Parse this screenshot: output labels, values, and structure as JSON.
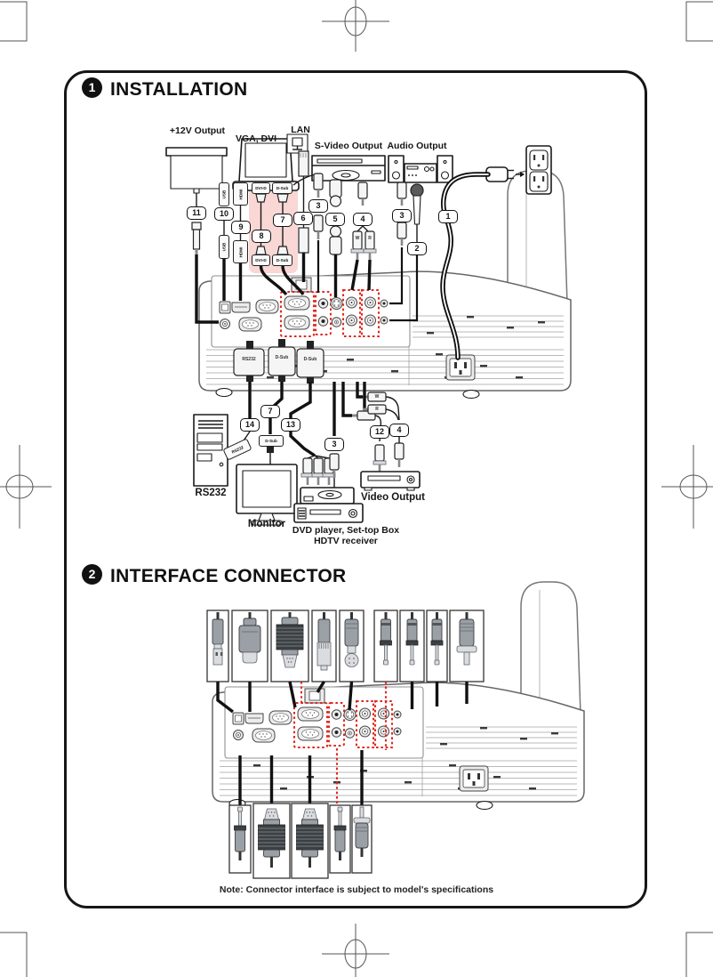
{
  "page": {
    "note": "Note: Connector interface is subject to model's specifications"
  },
  "sections": {
    "installation": {
      "badge": "1",
      "title": "INSTALLATION"
    },
    "interface": {
      "badge": "2",
      "title": "INTERFACE CONNECTOR"
    }
  },
  "labels": {
    "twelve_v_output": "+12V Output",
    "vga_dvi": "VGA, DVI",
    "lan": "LAN",
    "s_video_output": "S-Video Output",
    "audio_output": "Audio Output",
    "rs232": "RS232",
    "monitor": "Monitor",
    "dvd_line1": "DVD player, Set-top Box",
    "dvd_line2": "HDTV receiver",
    "video_output": "Video Output"
  },
  "tags": {
    "usb": "USB",
    "hdmi": "HDMI",
    "dvi_d": "DVI-D",
    "d_sub": "D-Sub",
    "rs232": "RS232",
    "w": "W",
    "r": "R"
  },
  "callouts": {
    "n1": "1",
    "n2": "2",
    "n3": "3",
    "n4": "4",
    "n5": "5",
    "n6": "6",
    "n7": "7",
    "n8": "8",
    "n9": "9",
    "n10": "10",
    "n11": "11",
    "n12": "12",
    "n13": "13",
    "n14": "14"
  },
  "colors": {
    "highlight_pink": "#f8d7d5",
    "dashed_red": "#e02920",
    "ink": "#111111"
  }
}
